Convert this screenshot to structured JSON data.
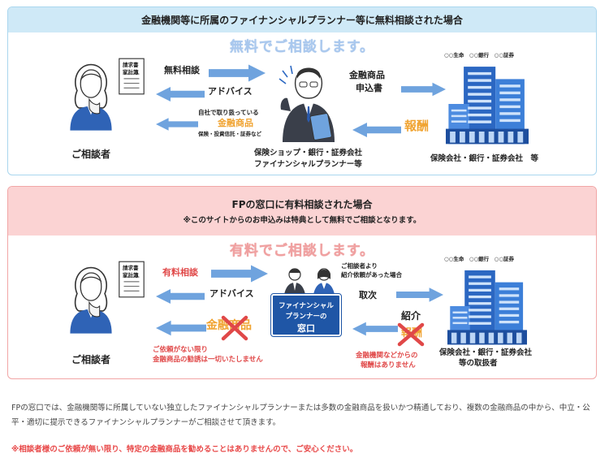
{
  "panel1": {
    "title": "金融機関等に所属のファイナンシャルプランナー等に無料相談された場合",
    "headline": "無料でご相談します。",
    "doc_line1": "請求書",
    "doc_line2": "家計簿",
    "free_consult": "無料相談",
    "advice": "アドバイス",
    "handled_by": "自社で取り扱っている",
    "products": "金融商品",
    "products_examples": "保険・投資信託・証券など",
    "application_line1": "金融商品",
    "application_line2": "申込書",
    "reward": "報酬",
    "client": "ご相談者",
    "fp_line1": "保険ショップ・銀行・証券会社",
    "fp_line2": "ファイナンシャルプランナー等",
    "building_labels": "○○生命　○○銀行　○○証券",
    "institutions": "保険会社・銀行・証券会社　等"
  },
  "panel2": {
    "title": "FPの窓口に有料相談された場合",
    "subtitle": "※このサイトからのお申込みは特典として無料でご相談となります。",
    "headline": "有料でご相談します。",
    "doc_line1": "請求書",
    "doc_line2": "家計簿",
    "paid_consult": "有料相談",
    "advice": "アドバイス",
    "products": "金融商品",
    "no_request_line1": "ご依頼がない限り",
    "no_request_line2": "金融商品の勧誘は一切いたしません",
    "window_line1": "ファイナンシャル",
    "window_line2": "プランナーの",
    "window_line3": "窓口",
    "referral_note_line1": "ご相談者より",
    "referral_note_line2": "紹介依頼があった場合",
    "handling": "取次",
    "introduction": "紹介",
    "reward": "報酬",
    "no_reward_line1": "金融機関などからの",
    "no_reward_line2": "報酬はありません",
    "client": "ご相談者",
    "building_labels": "○○生命　○○銀行　○○証券",
    "handlers_line1": "保険会社・銀行・証券会社",
    "handlers_line2": "等の取扱者"
  },
  "footer": {
    "description": "FPの窓口では、金融機関等に所属していない独立したファイナンシャルプランナーまたは多数の金融商品を扱いかつ精通しており、複数の金融商品の中から、中立・公平・適切に提示できるファイナンシャルプランナーがご相談させて頂きます。",
    "note": "※相談者様のご依頼が無い限り、特定の金融商品を勧めることはありませんので、ご安心ください。"
  },
  "colors": {
    "panel1_border": "#a9d6ee",
    "panel1_header": "#cfe9f7",
    "panel2_border": "#f1a6a6",
    "panel2_header": "#fbd3d3",
    "arrow_blue": "#6fa3de",
    "building_blue": "#2b67c2",
    "accent_orange": "#f0a330",
    "accent_red": "#e04848"
  }
}
